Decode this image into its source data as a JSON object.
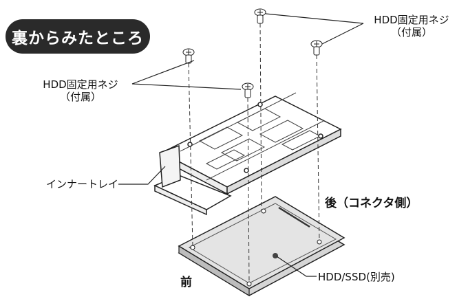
{
  "badge": {
    "text": "裏からみたところ"
  },
  "labels": {
    "screws_top_right_line1": "HDD固定用ネジ",
    "screws_top_right_line2": "（付属）",
    "screws_left_line1": "HDD固定用ネジ",
    "screws_left_line2": "（付属）",
    "inner_tray": "インナートレイ",
    "rear": "後（コネクタ側）",
    "drive": "HDD/SSD(別売)",
    "front": "前"
  },
  "colors": {
    "badge_bg": "#2a2a2a",
    "line": "#222222",
    "drive_fill": "#d9d9d9",
    "tray_fill": "#ffffff"
  }
}
